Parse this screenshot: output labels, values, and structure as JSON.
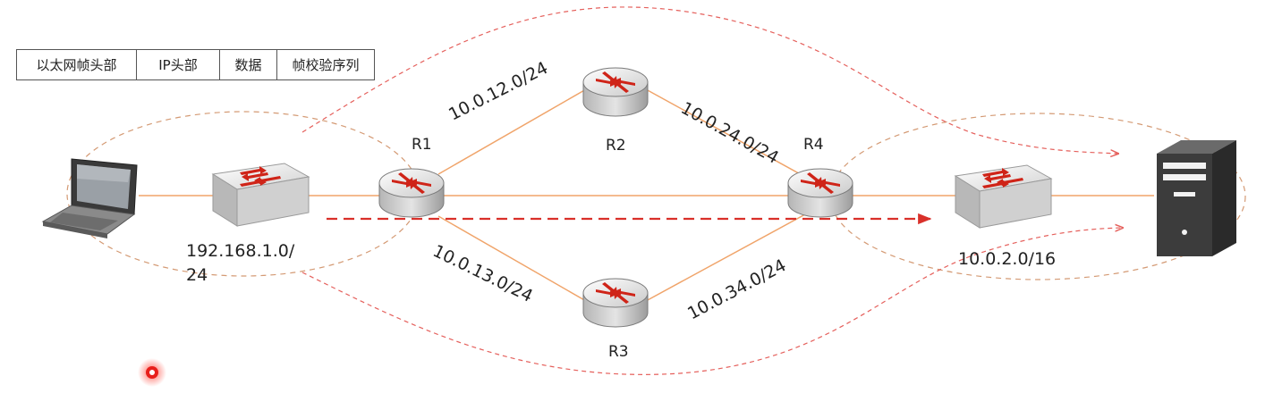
{
  "frame_header": {
    "fields": [
      "以太网帧头部",
      "IP头部",
      "数据",
      "帧校验序列"
    ]
  },
  "devices": {
    "laptop": "laptop-icon",
    "switch_left": "switch-icon",
    "switch_right": "switch-icon",
    "server": "server-icon",
    "routers": [
      "R1",
      "R2",
      "R3",
      "R4"
    ]
  },
  "networks": {
    "lan_left_line1": "192.168.1.0/",
    "lan_left_line2": "24",
    "r1_r2": "10.0.12.0/24",
    "r2_r4": "10.0.24.0/24",
    "r1_r3": "10.0.13.0/24",
    "r3_r4": "10.0.34.0/24",
    "lan_right": "10.0.2.0/16"
  },
  "colors": {
    "link": "#f0a46a",
    "ellipse": "#d49a74",
    "flow_arrow": "#d9302a",
    "curve": "#e5605c",
    "router_arrow": "#cf2418",
    "pointer": "#e8201c"
  }
}
